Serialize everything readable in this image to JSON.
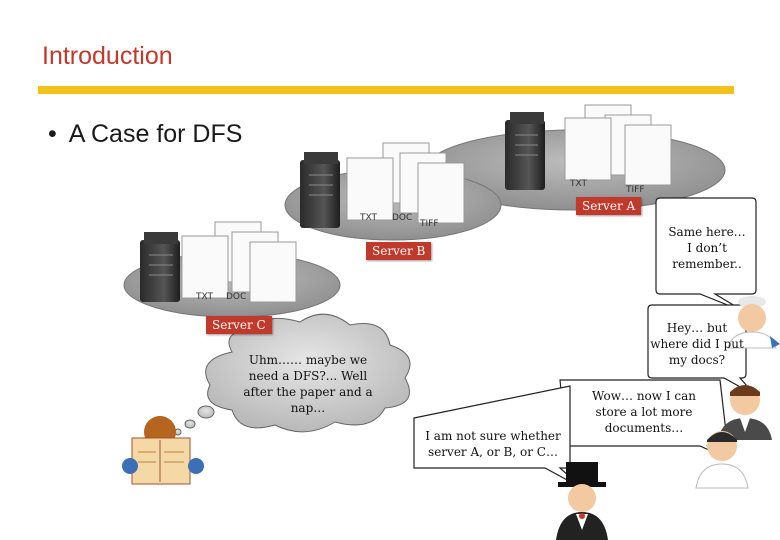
{
  "slide": {
    "title": "Introduction",
    "bullet": "A Case for DFS"
  },
  "servers": {
    "a_label": "Server A",
    "b_label": "Server B",
    "c_label": "Server C"
  },
  "documents": {
    "txt_label": "TXT",
    "doc_label": "DOC",
    "tiff_label": "TIFF"
  },
  "bubbles": {
    "server_a_user": [
      "Same here…",
      "I don’t",
      "remember.."
    ],
    "server_b_user": [
      "Hey… but",
      "where did I put",
      "my docs?"
    ],
    "server_c_user": [
      "Wow… now I can",
      "store a lot more",
      "documents…"
    ],
    "businessman": [
      "I am not sure whether",
      "server A, or B, or C…"
    ],
    "newspaper_reader": [
      "Uhm…… maybe we",
      "need a DFS?... Well",
      "after the paper and a",
      "nap…"
    ]
  },
  "colors": {
    "accent_red": "#c0392b",
    "rule_yellow": "#f2c11a",
    "ellipse_gray": "#9a9a9a"
  },
  "icons": [
    "server-tower-icon",
    "document-stack-icon",
    "user-person-icon",
    "newspaper-reader-icon",
    "top-hat-man-icon"
  ]
}
